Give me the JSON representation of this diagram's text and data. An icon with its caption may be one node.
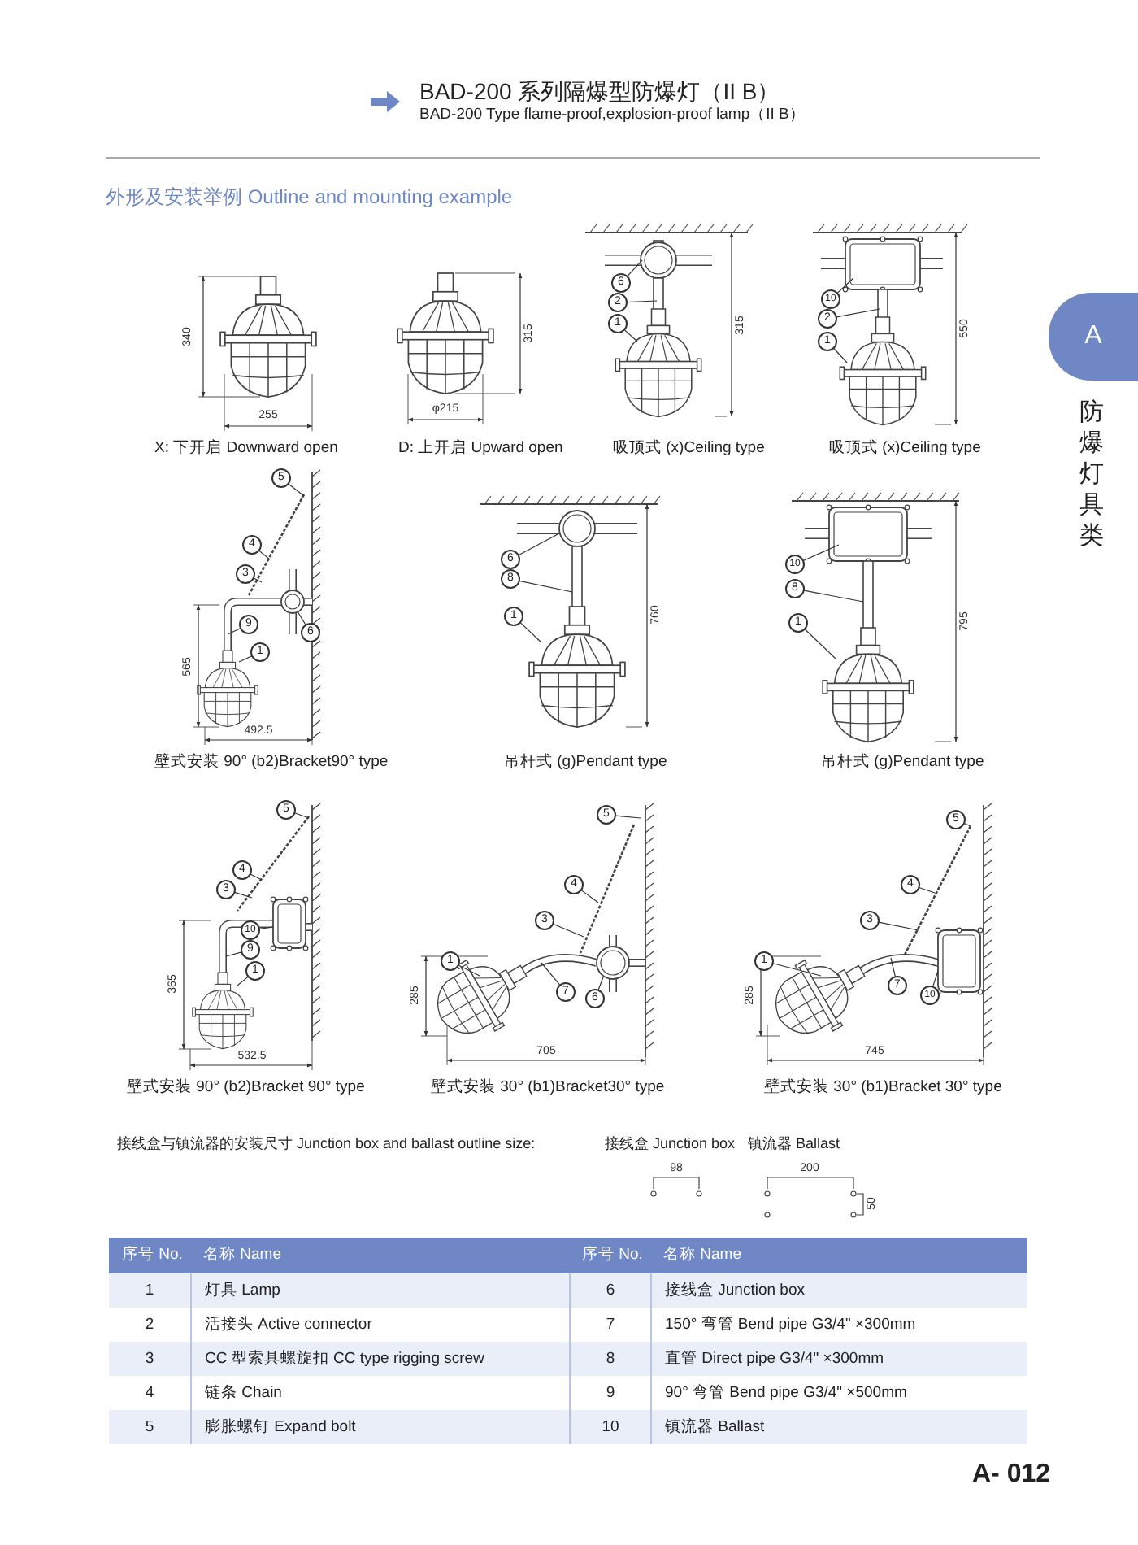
{
  "diagram": {
    "title": "BAD-200 系列隔爆型防爆灯（II B）",
    "nodes": [
      {
        "text": [
          "6"
        ]
      },
      {
        "text": [
          "2"
        ]
      },
      {
        "text": [
          "1"
        ]
      },
      {
        "text": [
          "10"
        ]
      },
      {
        "text": [
          "2"
        ]
      },
      {
        "text": [
          "1"
        ]
      },
      {
        "text": [
          "5"
        ]
      },
      {
        "text": [
          "4"
        ]
      },
      {
        "text": [
          "3"
        ]
      },
      {
        "text": [
          "9"
        ]
      },
      {
        "text": [
          "6"
        ]
      },
      {
        "text": [
          "1"
        ]
      },
      {
        "text": [
          "6"
        ]
      },
      {
        "text": [
          "8"
        ]
      },
      {
        "text": [
          "1"
        ]
      },
      {
        "text": [
          "10"
        ]
      },
      {
        "text": [
          "8"
        ]
      },
      {
        "text": [
          "1"
        ]
      },
      {
        "text": [
          "5"
        ]
      },
      {
        "text": [
          "4"
        ]
      },
      {
        "text": [
          "3"
        ]
      },
      {
        "text": [
          "10"
        ]
      },
      {
        "text": [
          "9"
        ]
      },
      {
        "text": [
          "1"
        ]
      },
      {
        "text": [
          "5"
        ]
      },
      {
        "text": [
          "4"
        ]
      },
      {
        "text": [
          "3"
        ]
      },
      {
        "text": [
          "1"
        ]
      },
      {
        "text": [
          "7"
        ]
      },
      {
        "text": [
          "6"
        ]
      },
      {
        "text": [
          "5"
        ]
      },
      {
        "text": [
          "4"
        ]
      },
      {
        "text": [
          "3"
        ]
      },
      {
        "text": [
          "1"
        ]
      },
      {
        "text": [
          "7"
        ]
      },
      {
        "text": [
          "10"
        ]
      }
    ],
    "edges": [
      {
        "from": 0,
        "to": null,
        "arrow": "none"
      },
      {
        "from": 1,
        "to": null,
        "arrow": "none"
      },
      {
        "from": 2,
        "to": null,
        "arrow": "none"
      },
      {
        "from": 3,
        "to": null,
        "arrow": "none"
      },
      {
        "from": 4,
        "to": null,
        "arrow": "none"
      },
      {
        "from": 5,
        "to": null,
        "arrow": "none"
      },
      {
        "from": 6,
        "to": null,
        "arrow": "none"
      },
      {
        "from": 7,
        "to": null,
        "arrow": "none"
      },
      {
        "from": 8,
        "to": null,
        "arrow": "none"
      },
      {
        "from": 9,
        "to": null,
        "arrow": "none"
      },
      {
        "from": 10,
        "to": null,
        "arrow": "none"
      },
      {
        "from": 11,
        "to": null,
        "arrow": "none"
      },
      {
        "from": 12,
        "to": null,
        "arrow": "none"
      },
      {
        "from": 13,
        "to": null,
        "arrow": "none"
      },
      {
        "from": 14,
        "to": null,
        "arrow": "none"
      },
      {
        "from": 15,
        "to": null,
        "arrow": "none"
      },
      {
        "from": 16,
        "to": null,
        "arrow": "none"
      },
      {
        "from": 17,
        "to": null,
        "arrow": "none"
      },
      {
        "from": 18,
        "to": null,
        "arrow": "none"
      },
      {
        "from": 19,
        "to": null,
        "arrow": "none"
      },
      {
        "from": 20,
        "to": null,
        "arrow": "none"
      },
      {
        "from": 21,
        "to": null,
        "arrow": "none"
      },
      {
        "from": 22,
        "to": null,
        "arrow": "none"
      },
      {
        "from": 23,
        "to": null,
        "arrow": "none"
      },
      {
        "from": 24,
        "to": null,
        "arrow": "none"
      },
      {
        "from": 25,
        "to": null,
        "arrow": "none"
      },
      {
        "from": 26,
        "to": null,
        "arrow": "none"
      },
      {
        "from": 27,
        "to": null,
        "arrow": "none"
      },
      {
        "from": 28,
        "to": null,
        "arrow": "none"
      },
      {
        "from": 29,
        "to": null,
        "arrow": "none"
      },
      {
        "from": 30,
        "to": null,
        "arrow": "none"
      },
      {
        "from": 31,
        "to": null,
        "arrow": "none"
      },
      {
        "from": 32,
        "to": null,
        "arrow": "none"
      },
      {
        "from": 33,
        "to": null,
        "arrow": "none"
      },
      {
        "from": 34,
        "to": null,
        "arrow": "none"
      },
      {
        "from": 35,
        "to": null,
        "arrow": "none"
      }
    ],
    "labels": [
      "BAD-200 Type flame-proof,explosion-proof lamp（II B）",
      "外形及安装举例 Outline and mounting example",
      "A",
      "防爆灯具类",
      "340",
      "255",
      "X: 下开启 Downward open",
      "315",
      "φ215",
      "D: 上开启 Upward open",
      "315",
      "吸顶式 (x)Ceiling type",
      "550",
      "吸顶式 (x)Ceiling type",
      "565",
      "492.5",
      "壁式安装 90° (b2)Bracket90° type",
      "760",
      "吊杆式 (g)Pendant type",
      "795",
      "吊杆式 (g)Pendant type",
      "365",
      "532.5",
      "壁式安装 90° (b2)Bracket 90° type",
      "285",
      "705",
      "壁式安装 30° (b1)Bracket30° type",
      "285",
      "745",
      "壁式安装 30° (b1)Bracket 30° type",
      "接线盒与镇流器的安装尺寸 Junction box and ballast outline size:",
      "接线盒 Junction box",
      "镇流器 Ballast",
      "98",
      "200",
      "50",
      "序号 No.",
      "名称 Name",
      "序号 No.",
      "名称 Name",
      "1",
      "灯具 Lamp",
      "6",
      "接线盒 Junction box",
      "2",
      "活接头 Active connector",
      "7",
      "150° 弯管 Bend pipe G3/4\" ×300mm",
      "3",
      "CC 型索具螺旋扣 CC type rigging screw",
      "8",
      "直管 Direct pipe G3/4\" ×300mm",
      "4",
      "链条 Chain",
      "9",
      "90° 弯管 Bend pipe G3/4\" ×500mm",
      "5",
      "膨胀螺钉 Expand bolt",
      "10",
      "镇流器 Ballast",
      "A- 012"
    ]
  }
}
